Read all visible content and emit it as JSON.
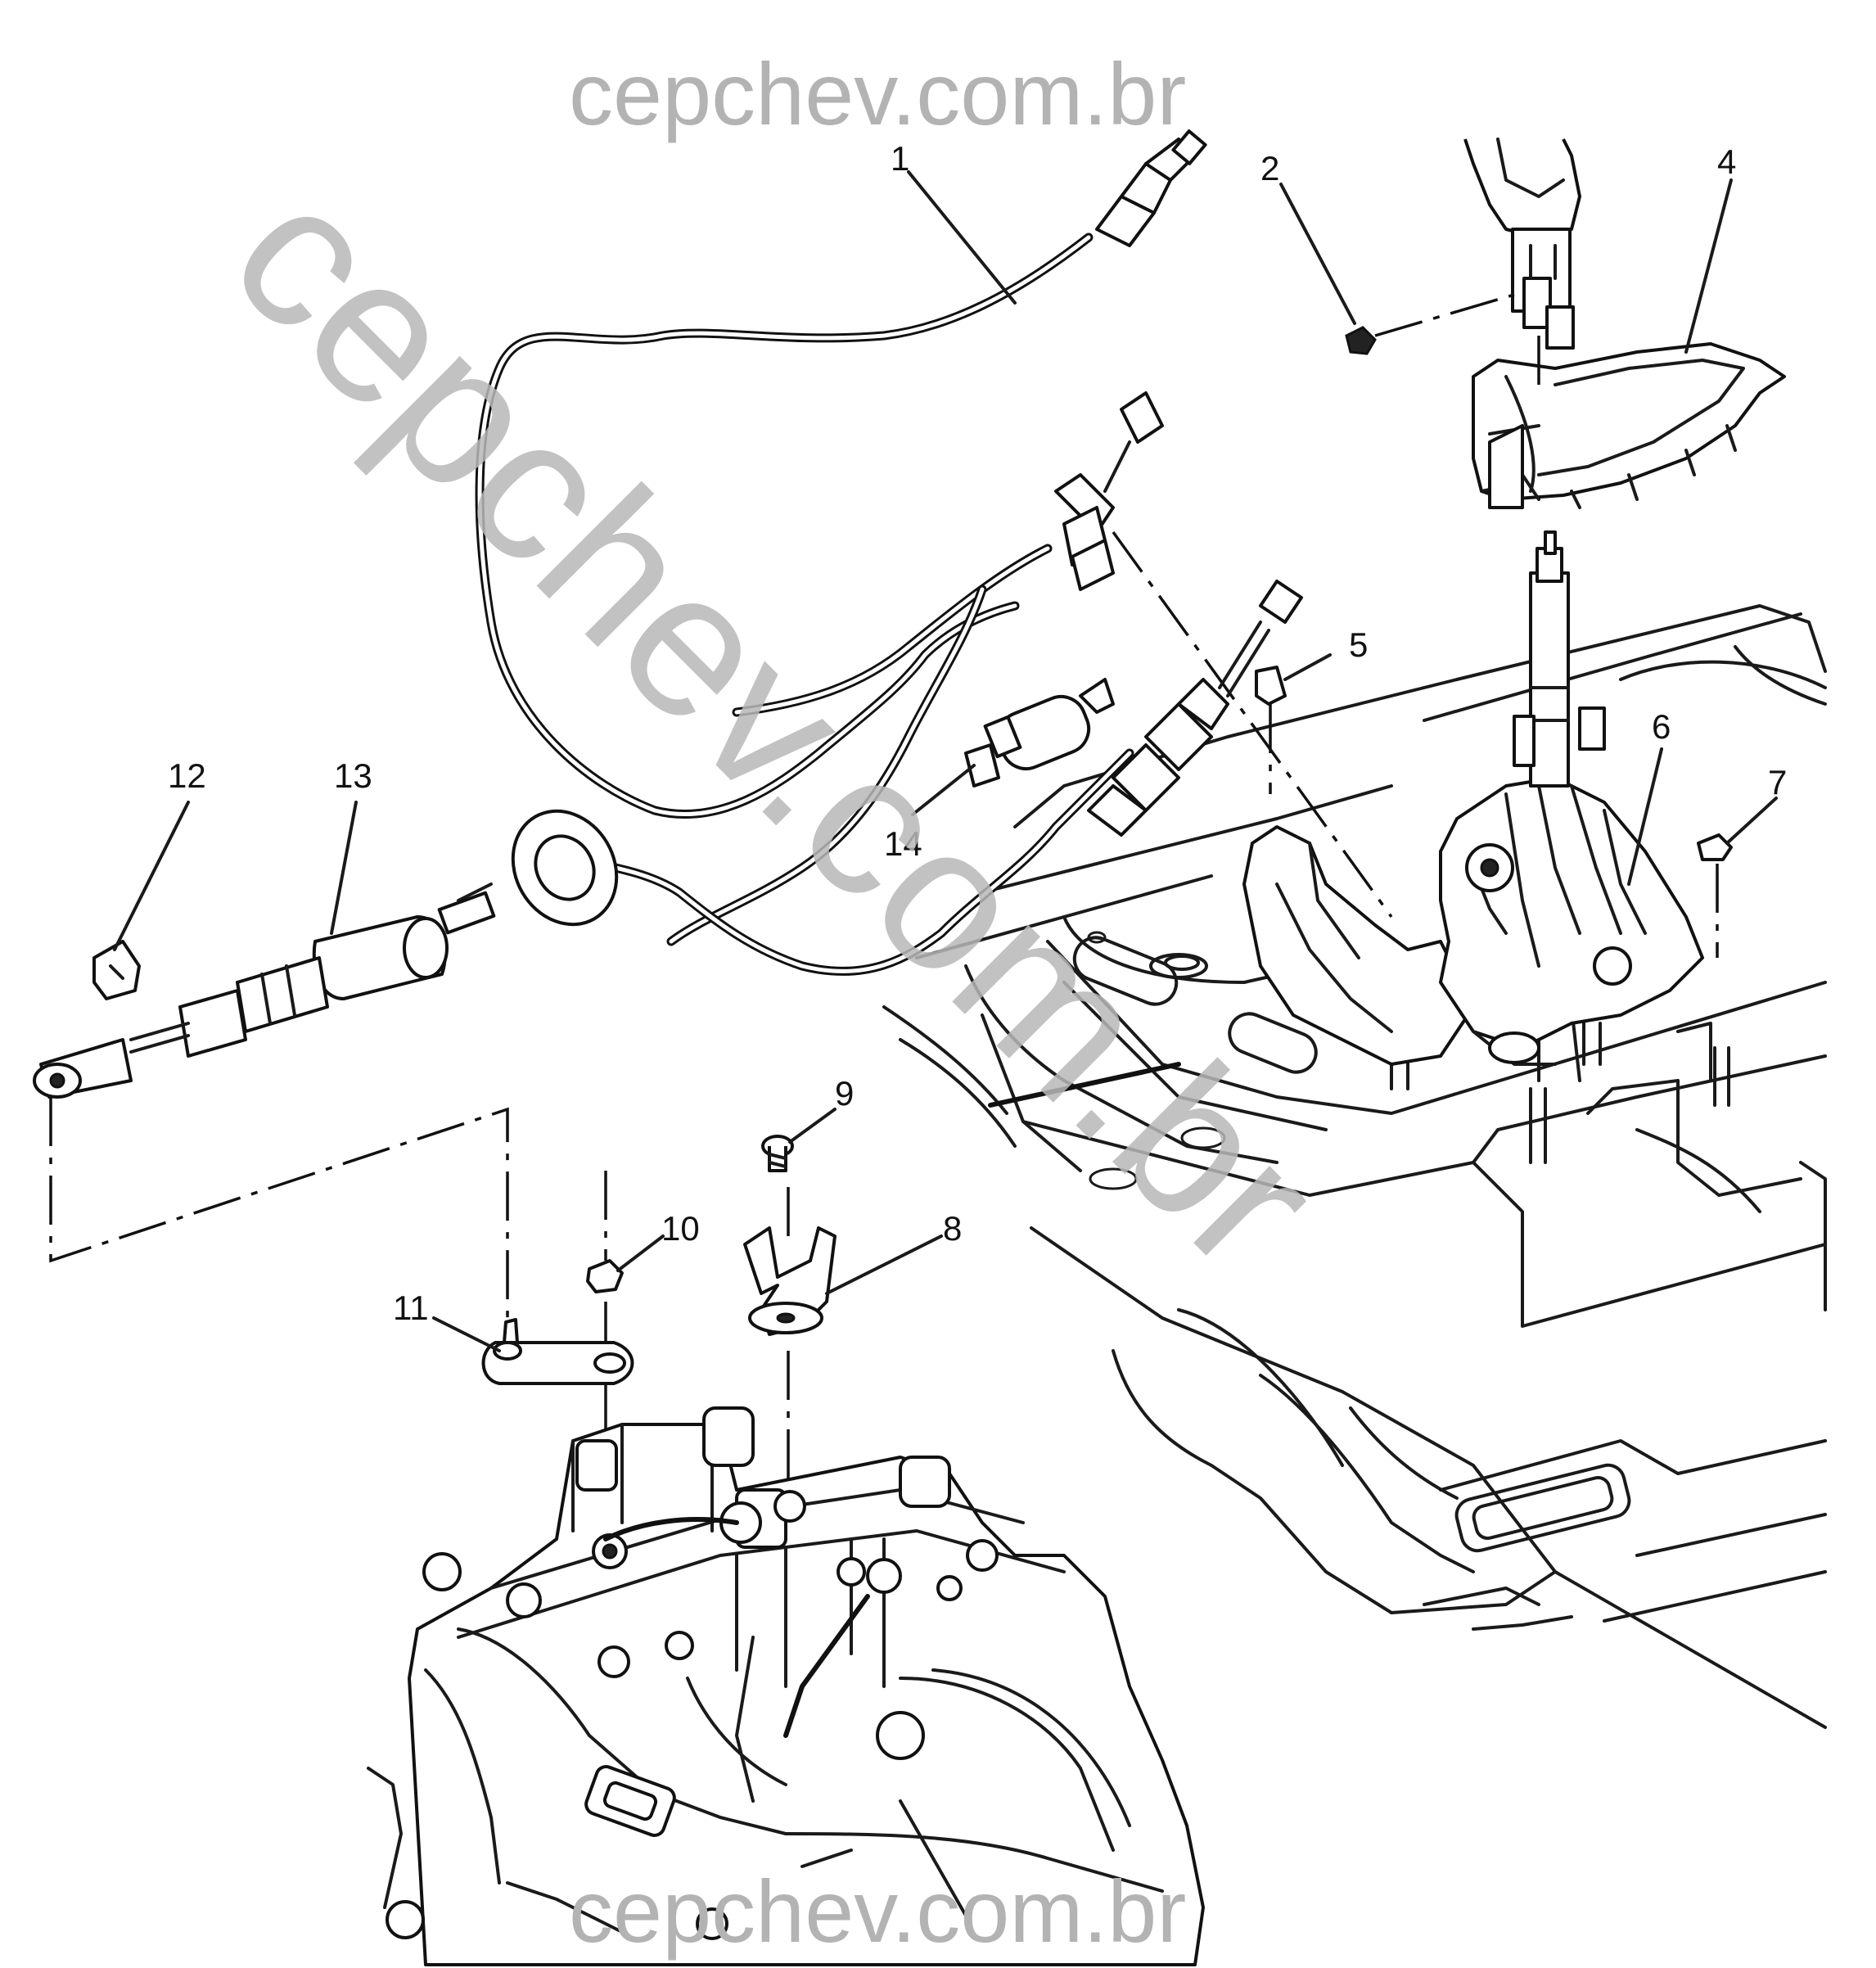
{
  "watermarks": {
    "top": "cepchev.com.br",
    "bottom": "cepchev.com.br",
    "diagonal": "cepchev.com.br"
  },
  "callouts": [
    {
      "id": "c1",
      "label": "1"
    },
    {
      "id": "c2",
      "label": "2"
    },
    {
      "id": "c4",
      "label": "4"
    },
    {
      "id": "c5",
      "label": "5"
    },
    {
      "id": "c6",
      "label": "6"
    },
    {
      "id": "c7",
      "label": "7"
    },
    {
      "id": "c8",
      "label": "8"
    },
    {
      "id": "c9",
      "label": "9"
    },
    {
      "id": "c10",
      "label": "10"
    },
    {
      "id": "c11",
      "label": "11"
    },
    {
      "id": "c12",
      "label": "12"
    },
    {
      "id": "c13",
      "label": "13"
    },
    {
      "id": "c14",
      "label": "14"
    }
  ],
  "colors": {
    "line": "#111111",
    "watermark": "#b3b3b3",
    "background": "#ffffff"
  }
}
